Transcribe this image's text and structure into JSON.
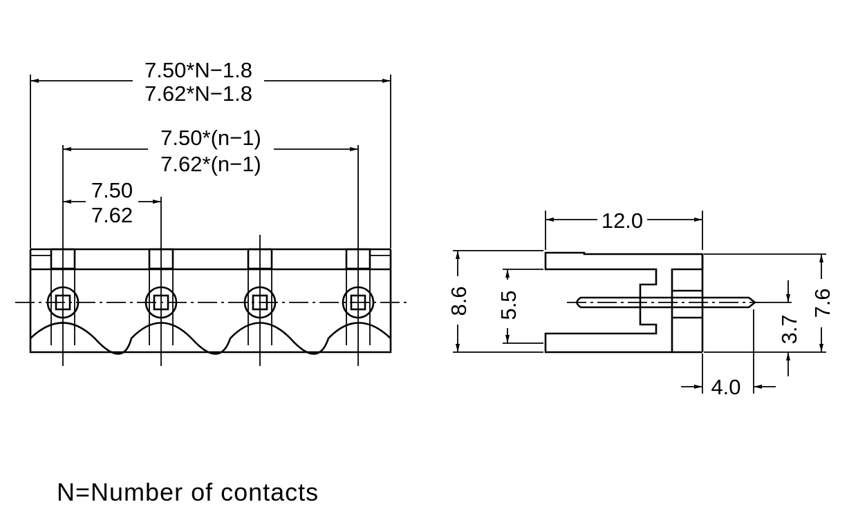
{
  "front_view": {
    "overall_width_dim": [
      "7.50*N−1.8",
      "7.62*N−1.8"
    ],
    "span_dim": [
      "7.50*(n−1)",
      "7.62*(n−1)"
    ],
    "pitch_dim": [
      "7.50",
      "7.62"
    ]
  },
  "side_view": {
    "length_dim": "12.0",
    "height_dim": "8.6",
    "inner_height_dim": "5.5",
    "body_height_dim": "7.6",
    "pin_height_dim": "3.7",
    "pin_length_dim": "4.0"
  },
  "note": "N=Number of contacts"
}
